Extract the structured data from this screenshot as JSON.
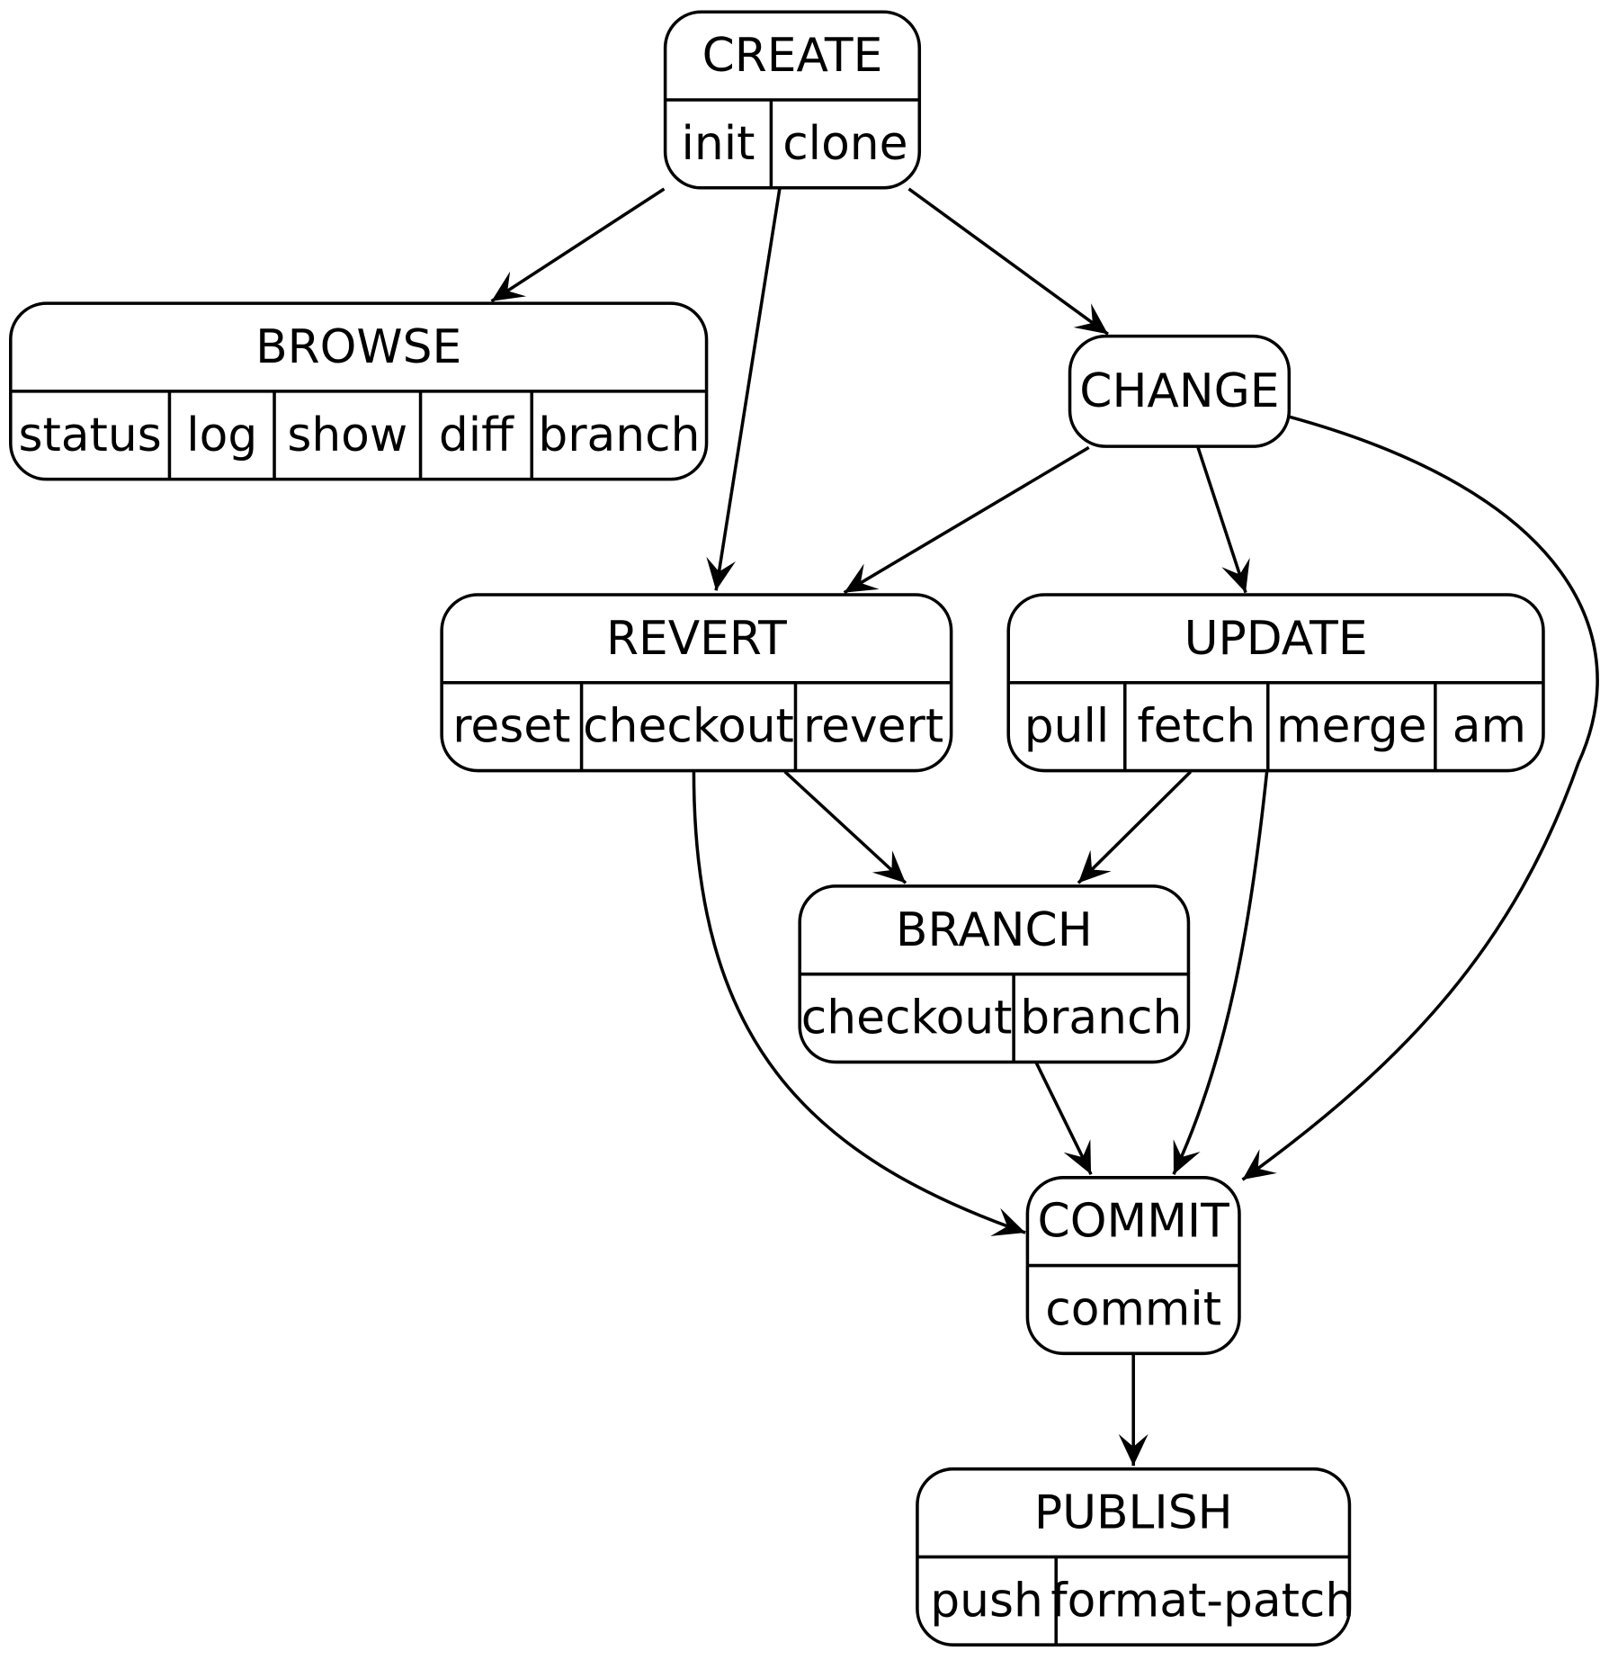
{
  "diagram": {
    "nodes": [
      {
        "id": "create",
        "title": "CREATE",
        "commands": [
          "init",
          "clone"
        ]
      },
      {
        "id": "browse",
        "title": "BROWSE",
        "commands": [
          "status",
          "log",
          "show",
          "diff",
          "branch"
        ]
      },
      {
        "id": "change",
        "title": "CHANGE",
        "commands": []
      },
      {
        "id": "revert",
        "title": "REVERT",
        "commands": [
          "reset",
          "checkout",
          "revert"
        ]
      },
      {
        "id": "update",
        "title": "UPDATE",
        "commands": [
          "pull",
          "fetch",
          "merge",
          "am"
        ]
      },
      {
        "id": "branch",
        "title": "BRANCH",
        "commands": [
          "checkout",
          "branch"
        ]
      },
      {
        "id": "commit",
        "title": "COMMIT",
        "commands": [
          "commit"
        ]
      },
      {
        "id": "publish",
        "title": "PUBLISH",
        "commands": [
          "push",
          "format-patch"
        ]
      }
    ],
    "edges": [
      {
        "from": "create",
        "to": "browse"
      },
      {
        "from": "create",
        "to": "revert"
      },
      {
        "from": "create",
        "to": "change"
      },
      {
        "from": "change",
        "to": "revert"
      },
      {
        "from": "change",
        "to": "update"
      },
      {
        "from": "change",
        "to": "commit"
      },
      {
        "from": "revert",
        "to": "branch"
      },
      {
        "from": "revert",
        "to": "commit"
      },
      {
        "from": "update",
        "to": "branch"
      },
      {
        "from": "update",
        "to": "commit"
      },
      {
        "from": "branch",
        "to": "commit"
      },
      {
        "from": "commit",
        "to": "publish"
      }
    ]
  }
}
